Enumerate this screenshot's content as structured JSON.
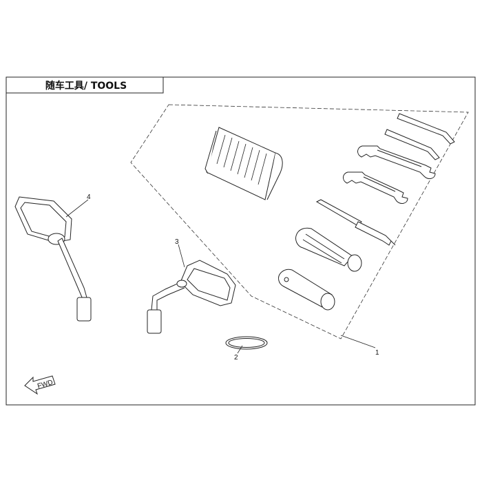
{
  "title": "随车工具/ TOOLS",
  "callouts": {
    "tools_kit": "1",
    "o_ring": "2",
    "mirror_right": "3",
    "mirror_left": "4"
  },
  "fwd_label": "FWD",
  "icons": [
    "tool-bag-icon",
    "wrench-icon",
    "hex-key-icon",
    "screwdriver-icon",
    "spark-plug-socket-icon",
    "mirror-icon",
    "o-ring-icon",
    "fwd-arrow-icon"
  ]
}
